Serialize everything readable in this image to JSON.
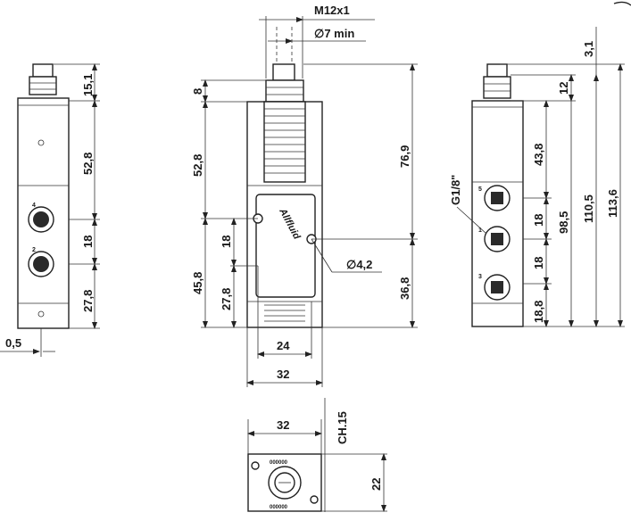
{
  "labels": {
    "thread": "M12x1",
    "diameter_min": "∅7 min",
    "hole": "∅4,2",
    "port": "G1/8\"",
    "wrench": "CH.15",
    "brand": "Allfluid"
  },
  "left_view": {
    "d151": "15,1",
    "d528": "52,8",
    "d18": "18",
    "d278": "27,8",
    "d05": "0,5",
    "port_a": "4",
    "port_b": "2"
  },
  "front_view": {
    "d8": "8",
    "d528": "52,8",
    "d18": "18",
    "d458": "45,8",
    "d278": "27,8",
    "d769": "76,9",
    "d368": "36,8",
    "d24": "24",
    "d32": "32"
  },
  "right_view": {
    "d31": "3,1",
    "d12": "12",
    "d438": "43,8",
    "d18a": "18",
    "d18b": "18",
    "d188": "18,8",
    "d985": "98,5",
    "d1105": "110,5",
    "d1136": "113,6",
    "port_top": "5",
    "port_mid": "1",
    "port_bot": "3"
  },
  "bottom_view": {
    "d32": "32",
    "d22": "22"
  }
}
